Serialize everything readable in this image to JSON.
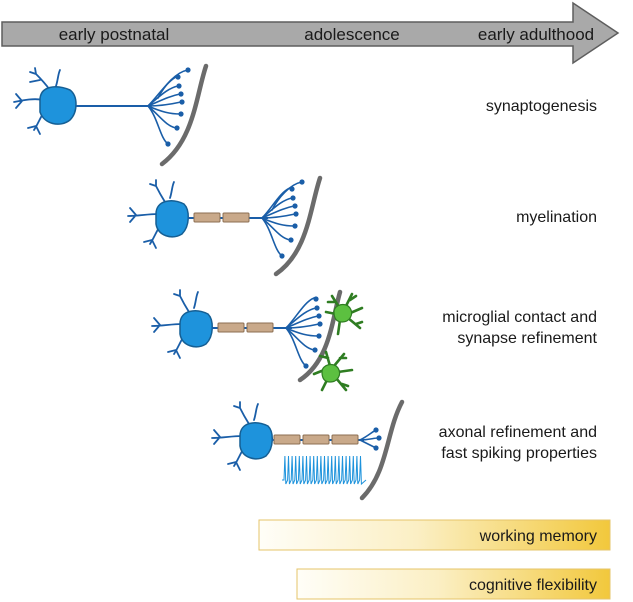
{
  "timeline": {
    "stages": [
      "early postnatal",
      "adolescence",
      "early adulthood"
    ]
  },
  "processes": [
    {
      "lines": [
        "synaptogenesis"
      ]
    },
    {
      "lines": [
        "myelination"
      ]
    },
    {
      "lines": [
        "microglial contact and",
        "synapse refinement"
      ]
    },
    {
      "lines": [
        "axonal refinement and",
        "fast spiking properties"
      ]
    }
  ],
  "functions": [
    {
      "label": "working memory"
    },
    {
      "label": "cognitive flexibility"
    }
  ],
  "colors": {
    "arrow_fill": "#a8a8a8",
    "arrow_stroke": "#5f5f5f",
    "neuron": "#1e93dc",
    "neuron_stroke": "#155f94",
    "dendrite": "#1a5ea8",
    "myelin": "#c9a98a",
    "myelin_stroke": "#8c6e52",
    "membrane": "#6b6b6b",
    "microglia": "#5cc040",
    "microglia_stroke": "#2f7d22",
    "bar_start": "#fffdf2",
    "bar_end": "#f2c93c",
    "bar_stroke": "#e3c36b"
  }
}
